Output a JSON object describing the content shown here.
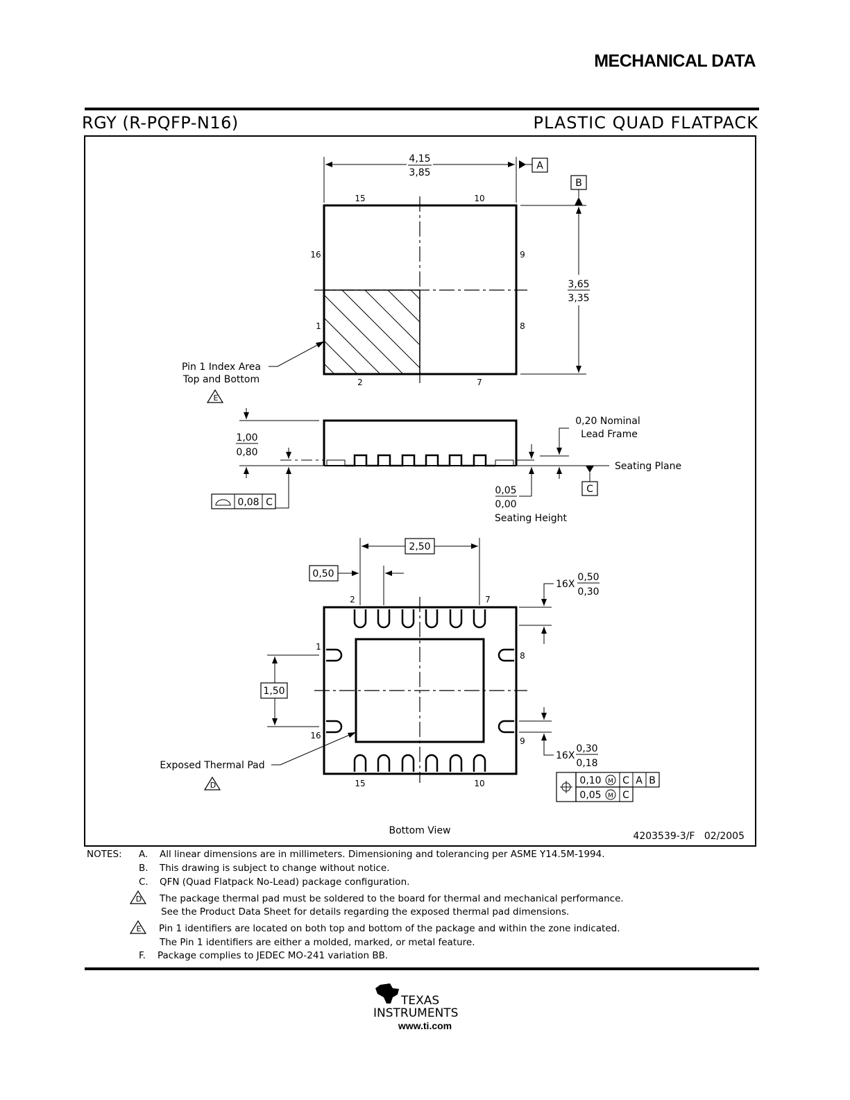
{
  "header": {
    "title": "MECHANICAL DATA",
    "package_code": "RGY (R-PQFP-N16)",
    "package_type": "PLASTIC QUAD FLATPACK"
  },
  "top_view": {
    "width_max": "4,15",
    "width_min": "3,85",
    "height_max": "3,65",
    "height_min": "3,35",
    "datum_a": "A",
    "datum_b": "B",
    "pin_15": "15",
    "pin_10": "10",
    "pin_16": "16",
    "pin_9": "9",
    "pin_1": "1",
    "pin_8": "8",
    "pin_2": "2",
    "pin_7": "7",
    "index_label_1": "Pin 1 Index Area",
    "index_label_2": "Top and Bottom",
    "index_note": "E"
  },
  "side_view": {
    "height_max": "1,00",
    "height_min": "0,80",
    "lead_frame_1": "0,20 Nominal",
    "lead_frame_2": "Lead Frame",
    "seating_plane": "Seating Plane",
    "datum_c": "C",
    "flatness_value": "0,08",
    "flatness_datum": "C",
    "standoff_max": "0,05",
    "standoff_min": "0,00",
    "seating_height": "Seating Height"
  },
  "bottom_view": {
    "span": "2,50",
    "pitch": "0,50",
    "pad_span": "1,50",
    "lead_count_1": "16X",
    "lead_len_max": "0,50",
    "lead_len_min": "0,30",
    "lead_count_2": "16X",
    "lead_w_max": "0,30",
    "lead_w_min": "0,18",
    "tol_1": "0,10",
    "tol_2": "0,05",
    "m": "M",
    "fc_c": "C",
    "fc_a": "A",
    "fc_b": "B",
    "pin_2": "2",
    "pin_7": "7",
    "pin_1": "1",
    "pin_8": "8",
    "pin_16": "16",
    "pin_9": "9",
    "pin_15": "15",
    "pin_10": "10",
    "pad_label": "Exposed Thermal Pad",
    "pad_note": "D",
    "caption": "Bottom View",
    "drawing_number": "4203539-3/F   02/2005"
  },
  "notes": {
    "label": "NOTES:",
    "items": [
      {
        "letter": "A.",
        "lines": [
          "All linear dimensions are in millimeters.  Dimensioning and tolerancing per ASME Y14.5M-1994."
        ]
      },
      {
        "letter": "B.",
        "lines": [
          "This drawing is subject to change without notice."
        ]
      },
      {
        "letter": "C.",
        "lines": [
          "QFN (Quad Flatpack No-Lead) package configuration."
        ]
      },
      {
        "letter": "D",
        "lines": [
          "The package thermal pad must be soldered to the board for thermal and mechanical performance.",
          "See the Product Data Sheet for details regarding the exposed thermal pad dimensions."
        ]
      },
      {
        "letter": "E",
        "lines": [
          "Pin 1 identifiers are located on both top and bottom of the package and within the zone indicated.",
          "The Pin 1 identifiers are either a molded, marked, or metal feature."
        ]
      },
      {
        "letter": "F.",
        "lines": [
          "Package complies to JEDEC MO-241 variation BB."
        ]
      }
    ]
  },
  "footer": {
    "brand_1": "TEXAS",
    "brand_2": "INSTRUMENTS",
    "url": "www.ti.com"
  }
}
